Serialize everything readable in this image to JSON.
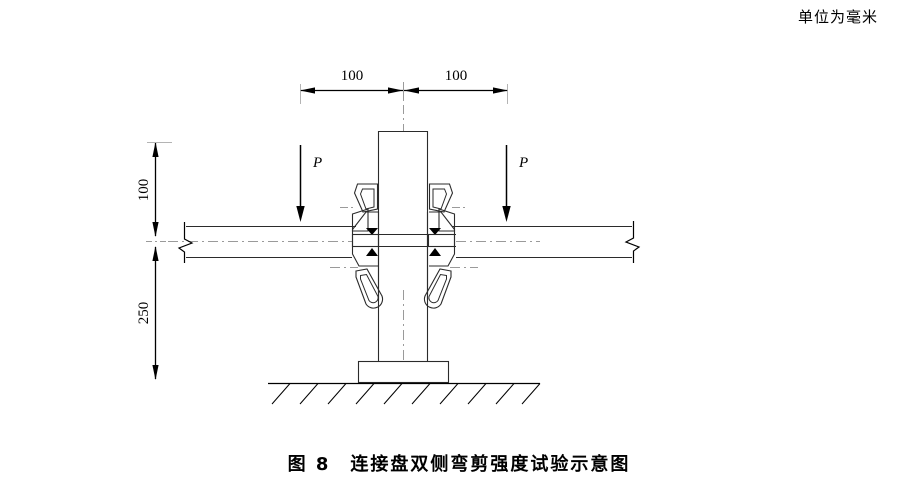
{
  "figure": {
    "unit_note": "单位为毫米",
    "caption": "图 8　连接盘双侧弯剪强度试验示意图",
    "caption_number": "图 8",
    "caption_title": "连接盘双侧弯剪强度试验示意图"
  },
  "dimensions": {
    "top_left_span": "100",
    "top_right_span": "100",
    "left_upper": "100",
    "left_lower": "250"
  },
  "loads": {
    "left_label": "P",
    "right_label": "P"
  },
  "chart_data": {
    "type": "diagram",
    "title": "连接盘双侧弯剪强度试验示意图",
    "unit": "mm",
    "annotations": [
      {
        "name": "top-dim-left",
        "label": "100",
        "meaning": "horizontal distance from column centerline to left load point"
      },
      {
        "name": "top-dim-right",
        "label": "100",
        "meaning": "horizontal distance from column centerline to right load point"
      },
      {
        "name": "left-dim-upper",
        "label": "100",
        "meaning": "vertical distance from top of column region to horizontal ledger level"
      },
      {
        "name": "left-dim-lower",
        "label": "250",
        "meaning": "vertical distance from ledger level down to ground"
      },
      {
        "name": "load-left",
        "label": "P",
        "meaning": "applied downward test load on left ledger arm"
      },
      {
        "name": "load-right",
        "label": "P",
        "meaning": "applied downward test load on right ledger arm"
      }
    ],
    "components": [
      "vertical-standard-column",
      "connection-disc",
      "left-wedge-clamp",
      "right-wedge-clamp",
      "horizontal-ledger-beam",
      "base-plate",
      "ground-hatching"
    ]
  },
  "colors": {
    "line": "#000000",
    "thin_line": "#3a3a3a",
    "center_line": "#9a9a9a",
    "background": "#ffffff"
  }
}
